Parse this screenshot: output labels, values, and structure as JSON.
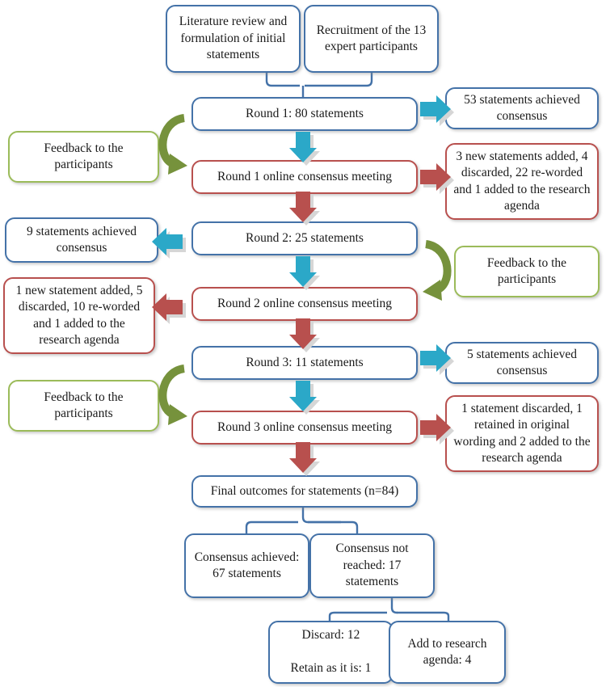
{
  "diagram": {
    "title": "Delphi study flowchart",
    "colors": {
      "blue_border": "#4472A8",
      "red_border": "#B8504E",
      "green_border": "#9BBB59",
      "cyan_arrow": "#2BA8C8",
      "red_arrow": "#B8504E",
      "green_arrow": "#76923C",
      "connector_line": "#4472A8",
      "shadow": "#BFBFBF"
    },
    "nodes": {
      "literature_review": "Literature review and formulation of initial statements",
      "recruitment": "Recruitment of the 13 expert participants",
      "round1": "Round 1: 80 statements",
      "round1_consensus": "53 statements achieved consensus",
      "feedback1": "Feedback to the participants",
      "round1_meeting": "Round 1 online consensus meeting",
      "round1_outcome": "3 new statements added, 4 discarded, 22 re-worded and 1 added to the research agenda",
      "round2": "Round 2: 25 statements",
      "round2_consensus": "9 statements achieved consensus",
      "feedback2": "Feedback to the participants",
      "round2_meeting": "Round 2 online consensus meeting",
      "round2_outcome": "1 new statement added, 5 discarded, 10 re-worded and 1 added to the research agenda",
      "round3": "Round 3: 11 statements",
      "round3_consensus": "5 statements achieved consensus",
      "feedback3": "Feedback to the participants",
      "round3_meeting": "Round 3 online consensus meeting",
      "round3_outcome": "1 statement discarded, 1 retained in original wording and 2 added to the research agenda",
      "final_outcomes": "Final outcomes for statements (n=84)",
      "consensus_achieved": "Consensus achieved: 67 statements",
      "consensus_not_reached": "Consensus not reached: 17 statements",
      "discard_retain": "Discard: 12\n\nRetain as it is: 1",
      "add_research_agenda": "Add to research agenda: 4"
    },
    "arrows": {
      "r1_to_consensus": "cyan-right-arrow",
      "r1_to_meeting": "cyan-down-arrow",
      "r1_meeting_to_outcome": "red-right-arrow",
      "r1_meeting_to_r2": "red-down-arrow",
      "r2_to_consensus": "cyan-left-arrow",
      "r2_to_meeting": "cyan-down-arrow",
      "r2_meeting_to_outcome": "red-left-arrow",
      "r2_meeting_to_r3": "red-down-arrow",
      "r3_to_consensus": "cyan-right-arrow",
      "r3_to_meeting": "cyan-down-arrow",
      "r3_meeting_to_outcome": "red-right-arrow",
      "r3_meeting_to_final": "red-down-arrow",
      "feedback1_curve": "green-curved-arrow",
      "feedback2_curve": "green-curved-arrow",
      "feedback3_curve": "green-curved-arrow"
    }
  }
}
